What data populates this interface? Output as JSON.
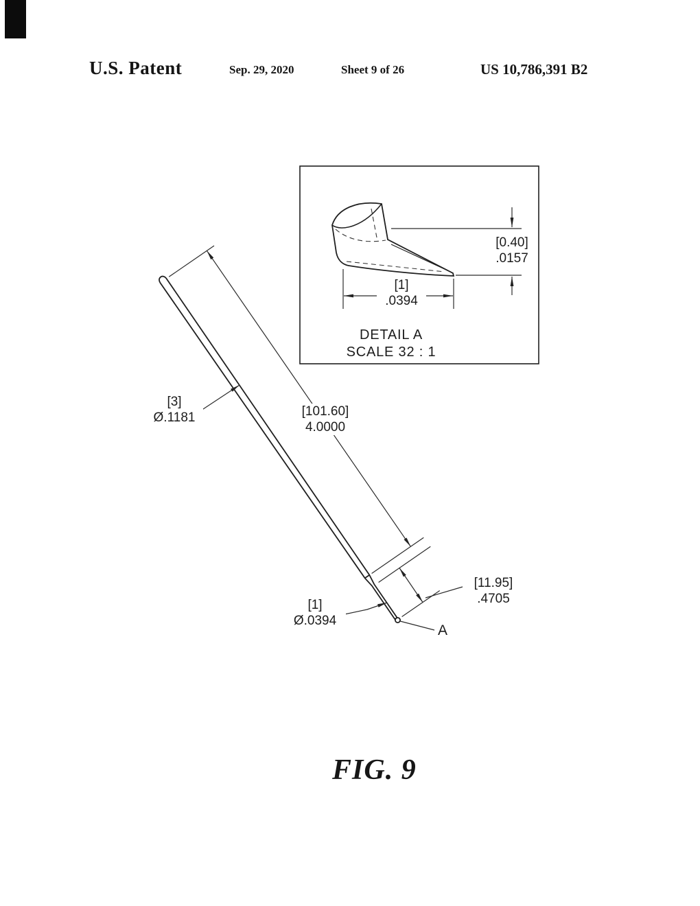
{
  "header": {
    "patent": "U.S. Patent",
    "date": "Sep. 29, 2020",
    "sheet": "Sheet 9 of 26",
    "number": "US 10,786,391 B2"
  },
  "figure_caption": "FIG. 9",
  "detail": {
    "title": "DETAIL A",
    "scale": "SCALE 32 : 1",
    "height_dim": {
      "mm": "[0.40]",
      "inch": ".0157"
    },
    "width_dim": {
      "mm": "[1]",
      "inch": ".0394"
    }
  },
  "dimensions": {
    "shaft_diameter": {
      "mm": "[3]",
      "inch": "Ø.1181"
    },
    "overall_length": {
      "mm": "[101.60]",
      "inch": "4.0000"
    },
    "tip_length": {
      "mm": "[11.95]",
      "inch": ".4705"
    },
    "tip_diameter": {
      "mm": "[1]",
      "inch": "Ø.0394"
    },
    "detail_reference": "A"
  }
}
